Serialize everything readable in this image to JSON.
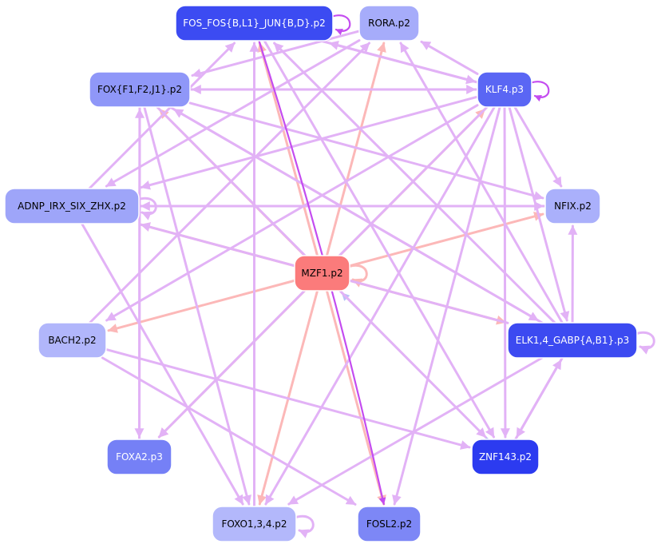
{
  "colors": {
    "mzf1": "#fb7b7b",
    "red_edge": "#fcb8b8",
    "purple_edge": "#e2b2f6",
    "dark_purple_edge": "#c44cf0",
    "blue_edge": "#b8c2f6",
    "node_dark": "#3a47f0",
    "node_mid": "#7f88f6",
    "node_light": "#a7adfa"
  },
  "nodes": [
    {
      "id": "fos",
      "label": "FOS_FOS{B,L1}_JUN{B,D}.p2",
      "fill": "#3c4bf2",
      "text": "#ffffff"
    },
    {
      "id": "rora",
      "label": "RORA.p2",
      "fill": "#a6acfa",
      "text": "#000000"
    },
    {
      "id": "fox",
      "label": "FOX{F1,F2,J1}.p2",
      "fill": "#8f97f8",
      "text": "#000000"
    },
    {
      "id": "klf4",
      "label": "KLF4.p3",
      "fill": "#5a66f4",
      "text": "#ffffff"
    },
    {
      "id": "adnp",
      "label": "ADNP_IRX_SIX_ZHX.p2",
      "fill": "#9ea5f9",
      "text": "#000000"
    },
    {
      "id": "nfix",
      "label": "NFIX.p2",
      "fill": "#aab0fb",
      "text": "#000000"
    },
    {
      "id": "mzf1",
      "label": "MZF1.p2",
      "fill": "#fb7b7b",
      "text": "#000000"
    },
    {
      "id": "bach2",
      "label": "BACH2.p2",
      "fill": "#b1b6fb",
      "text": "#000000"
    },
    {
      "id": "elk",
      "label": "ELK1,4_GABP{A,B1}.p3",
      "fill": "#3c4af1",
      "text": "#ffffff"
    },
    {
      "id": "foxa2",
      "label": "FOXA2.p3",
      "fill": "#7580f6",
      "text": "#ffffff"
    },
    {
      "id": "znf143",
      "label": "ZNF143.p2",
      "fill": "#2c3bf0",
      "text": "#ffffff"
    },
    {
      "id": "foxo",
      "label": "FOXO1,3,4.p2",
      "fill": "#b3b8fb",
      "text": "#000000"
    },
    {
      "id": "fosl2",
      "label": "FOSL2.p2",
      "fill": "#7d87f6",
      "text": "#000000"
    }
  ],
  "edges": [
    {
      "from": "fos",
      "to": "fos",
      "kind": "dark_purple"
    },
    {
      "from": "fos",
      "to": "fosl2",
      "kind": "dark_purple"
    },
    {
      "from": "fos",
      "to": "klf4",
      "kind": "purple"
    },
    {
      "from": "fos",
      "to": "znf143",
      "kind": "purple"
    },
    {
      "from": "rora",
      "to": "fox",
      "kind": "purple"
    },
    {
      "from": "rora",
      "to": "adnp",
      "kind": "purple"
    },
    {
      "from": "klf4",
      "to": "klf4",
      "kind": "dark_purple"
    },
    {
      "from": "klf4",
      "to": "fos",
      "kind": "purple"
    },
    {
      "from": "klf4",
      "to": "fox",
      "kind": "purple"
    },
    {
      "from": "klf4",
      "to": "rora",
      "kind": "purple"
    },
    {
      "from": "klf4",
      "to": "adnp",
      "kind": "purple"
    },
    {
      "from": "klf4",
      "to": "nfix",
      "kind": "purple"
    },
    {
      "from": "klf4",
      "to": "bach2",
      "kind": "purple"
    },
    {
      "from": "klf4",
      "to": "foxa2",
      "kind": "purple"
    },
    {
      "from": "klf4",
      "to": "foxo",
      "kind": "purple"
    },
    {
      "from": "klf4",
      "to": "fosl2",
      "kind": "purple"
    },
    {
      "from": "klf4",
      "to": "znf143",
      "kind": "purple"
    },
    {
      "from": "klf4",
      "to": "elk",
      "kind": "purple"
    },
    {
      "from": "fox",
      "to": "klf4",
      "kind": "purple"
    },
    {
      "from": "fox",
      "to": "foxa2",
      "kind": "purple"
    },
    {
      "from": "fox",
      "to": "foxo",
      "kind": "purple"
    },
    {
      "from": "fox",
      "to": "nfix",
      "kind": "purple"
    },
    {
      "from": "fox",
      "to": "elk",
      "kind": "purple"
    },
    {
      "from": "fox",
      "to": "znf143",
      "kind": "purple"
    },
    {
      "from": "adnp",
      "to": "adnp",
      "kind": "purple"
    },
    {
      "from": "adnp",
      "to": "nfix",
      "kind": "purple"
    },
    {
      "from": "adnp",
      "to": "fos",
      "kind": "purple"
    },
    {
      "from": "adnp",
      "to": "foxo",
      "kind": "purple"
    },
    {
      "from": "nfix",
      "to": "adnp",
      "kind": "purple"
    },
    {
      "from": "mzf1",
      "to": "mzf1",
      "kind": "red"
    },
    {
      "from": "mzf1",
      "to": "fos",
      "kind": "red"
    },
    {
      "from": "mzf1",
      "to": "rora",
      "kind": "red"
    },
    {
      "from": "mzf1",
      "to": "fox",
      "kind": "red"
    },
    {
      "from": "mzf1",
      "to": "klf4",
      "kind": "red"
    },
    {
      "from": "mzf1",
      "to": "adnp",
      "kind": "red"
    },
    {
      "from": "mzf1",
      "to": "nfix",
      "kind": "red"
    },
    {
      "from": "mzf1",
      "to": "bach2",
      "kind": "red"
    },
    {
      "from": "mzf1",
      "to": "elk",
      "kind": "red"
    },
    {
      "from": "mzf1",
      "to": "foxa2",
      "kind": "red"
    },
    {
      "from": "mzf1",
      "to": "foxo",
      "kind": "red"
    },
    {
      "from": "mzf1",
      "to": "fosl2",
      "kind": "red"
    },
    {
      "from": "bach2",
      "to": "znf143",
      "kind": "purple"
    },
    {
      "from": "bach2",
      "to": "fosl2",
      "kind": "purple"
    },
    {
      "from": "bach2",
      "to": "rora",
      "kind": "purple"
    },
    {
      "from": "elk",
      "to": "elk",
      "kind": "purple"
    },
    {
      "from": "elk",
      "to": "rora",
      "kind": "purple"
    },
    {
      "from": "elk",
      "to": "fos",
      "kind": "purple"
    },
    {
      "from": "elk",
      "to": "fox",
      "kind": "purple"
    },
    {
      "from": "elk",
      "to": "adnp",
      "kind": "purple"
    },
    {
      "from": "elk",
      "to": "nfix",
      "kind": "purple"
    },
    {
      "from": "elk",
      "to": "foxo",
      "kind": "purple"
    },
    {
      "from": "elk",
      "to": "znf143",
      "kind": "purple"
    },
    {
      "from": "znf143",
      "to": "mzf1",
      "kind": "blue"
    },
    {
      "from": "znf143",
      "to": "elk",
      "kind": "purple"
    },
    {
      "from": "foxo",
      "to": "foxo",
      "kind": "purple"
    },
    {
      "from": "foxo",
      "to": "fos",
      "kind": "purple"
    },
    {
      "from": "foxa2",
      "to": "fox",
      "kind": "purple"
    }
  ]
}
